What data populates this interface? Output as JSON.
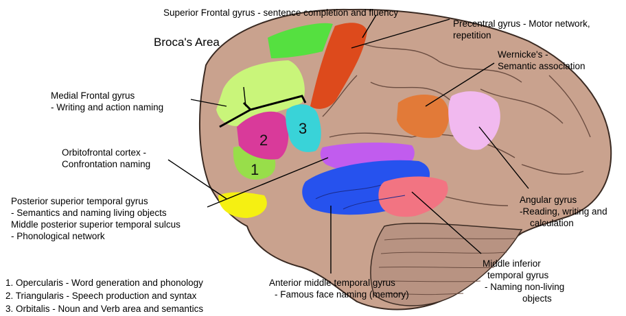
{
  "labels": {
    "superior_frontal": "Superior Frontal gyrus - sentence completion and fluency",
    "precentral_1": "Precentral gyrus - Motor network,",
    "precentral_2": "repetition",
    "broca": "Broca's Area",
    "wernicke_1": "Wernicke's -",
    "wernicke_2": "Semantic association",
    "medial_frontal_1": "Medial Frontal gyrus",
    "medial_frontal_2": "- Writing and action naming",
    "orbitofrontal_1": "Orbitofrontal cortex -",
    "orbitofrontal_2": "Confrontation naming",
    "posterior_1": "Posterior superior temporal gyrus",
    "posterior_2": "- Semantics and naming living objects",
    "posterior_3": "Middle posterior superior temporal sulcus",
    "posterior_4": "- Phonological network",
    "angular_1": "Angular gyrus",
    "angular_2": "-Reading, writing and",
    "angular_3": "calculation",
    "middle_inferior_1": "Middle inferior",
    "middle_inferior_2": "temporal gyrus",
    "middle_inferior_3": "- Naming non-living",
    "middle_inferior_4": "objects",
    "anterior_1": "Anterior middle temporal gyrus",
    "anterior_2": "- Famous face naming (memory)"
  },
  "legend": [
    "1. Opercularis - Word generation and phonology",
    "2. Triangularis - Speech production and syntax",
    "3. Orbitalis - Noun and Verb area and semantics"
  ],
  "region_numbers": [
    "1",
    "2",
    "3"
  ],
  "colors": {
    "brain": "#c9a28e",
    "brain_outline": "#3a2a22",
    "superior_frontal": "#55e040",
    "precentral": "#dd4a1c",
    "medial_frontal": "#c9f57a",
    "triangularis": "#d93a9a",
    "orbitalis": "#39d3d8",
    "opercularis": "#98de4a",
    "orbitofrontal": "#f5f012",
    "wernicke": "#e27a38",
    "angular": "#f1b9ef",
    "posterior_stg": "#c15cee",
    "anterior_mtg": "#2652ee",
    "middle_itg": "#f27482"
  }
}
